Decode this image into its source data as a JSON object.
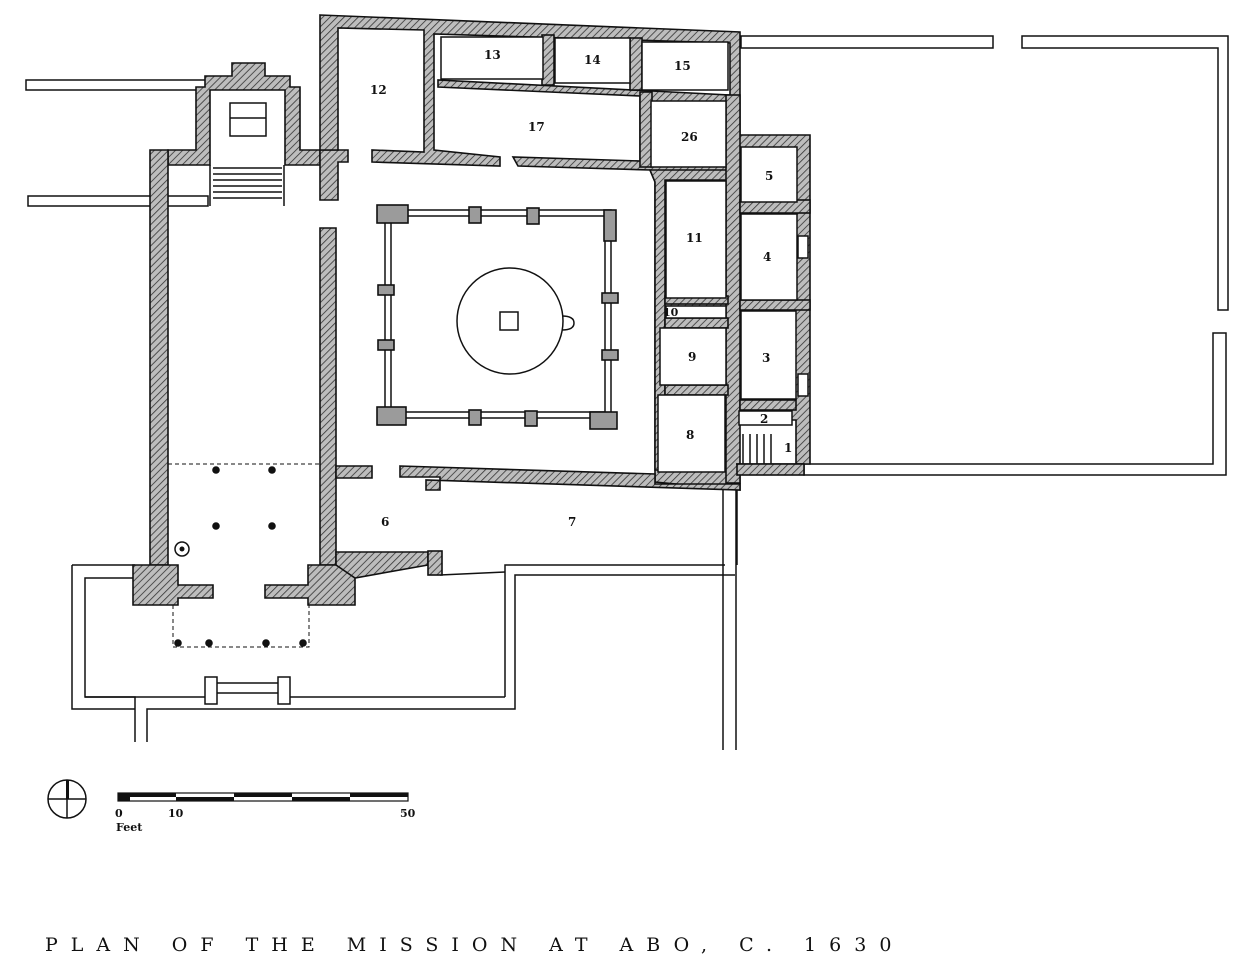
{
  "title": "PLAN OF THE MISSION AT ABO, C. 1630",
  "rooms": [
    "1",
    "2",
    "3",
    "4",
    "5",
    "6",
    "7",
    "8",
    "9",
    "10",
    "11",
    "12",
    "13",
    "14",
    "15",
    "17",
    "26"
  ],
  "scale": {
    "unit_label": "Feet",
    "ticks": [
      "0",
      "10",
      "50"
    ]
  }
}
